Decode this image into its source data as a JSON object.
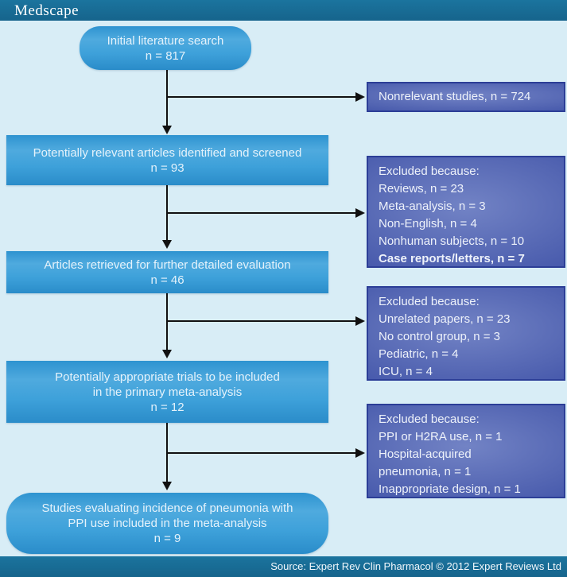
{
  "header": {
    "logo": "Medscape"
  },
  "footer": {
    "source": "Source: Expert Rev Clin Pharmacol © 2012 Expert Reviews Ltd"
  },
  "colors": {
    "header_bar": "#16648c",
    "background": "#d8edf6",
    "main_box_blue": "#3ea1da",
    "side_box_indigo": "#4c60ae",
    "side_box_border": "#2c3e97",
    "arrow": "#111111",
    "text_light": "#e4f2fb"
  },
  "flow": {
    "main_boxes": [
      {
        "id": "box1",
        "shape": "rounded",
        "lines": [
          "Initial literature search",
          "n = 817"
        ]
      },
      {
        "id": "box2",
        "shape": "rect",
        "lines": [
          "Potentially relevant articles identified and screened",
          "n = 93"
        ]
      },
      {
        "id": "box3",
        "shape": "rect",
        "lines": [
          "Articles retrieved for further detailed evaluation",
          "n = 46"
        ]
      },
      {
        "id": "box4",
        "shape": "rect",
        "lines": [
          "Potentially appropriate trials to be included",
          "in the primary meta-analysis",
          "n = 12"
        ]
      },
      {
        "id": "box5",
        "shape": "rounded",
        "lines": [
          "Studies evaluating incidence of pneumonia with",
          "PPI use included in the meta-analysis",
          "n = 9"
        ]
      }
    ],
    "side_boxes": [
      {
        "id": "side1",
        "lines": [
          "Nonrelevant studies, n = 724"
        ]
      },
      {
        "id": "side2",
        "lines": [
          "Excluded because:",
          "Reviews, n = 23",
          "Meta-analysis, n = 3",
          "Non-English, n = 4",
          "Nonhuman subjects, n = 10",
          "Case reports/letters, n = 7"
        ],
        "bold_last_line": true
      },
      {
        "id": "side3",
        "lines": [
          "Excluded because:",
          "Unrelated papers, n = 23",
          "No control group, n = 3",
          "Pediatric, n = 4",
          "ICU, n = 4"
        ]
      },
      {
        "id": "side4",
        "lines": [
          "Excluded because:",
          "PPI or H2RA use, n = 1",
          "Hospital-acquired",
          "pneumonia, n = 1",
          "Inappropriate design, n = 1"
        ]
      }
    ]
  }
}
